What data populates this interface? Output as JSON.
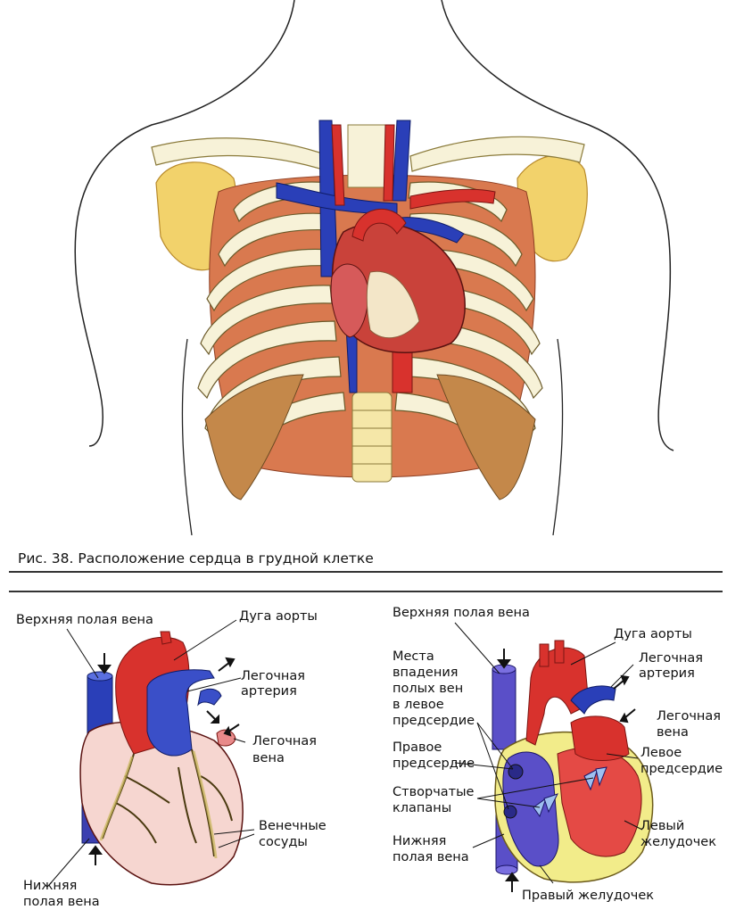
{
  "caption": "Рис. 38. Расположение сердца в грудной клетке",
  "left_diagram": {
    "superior_vena_cava": "Верхняя полая вена",
    "aortic_arch": "Дуга аорты",
    "pulmonary_artery": [
      "Легочная",
      "артерия"
    ],
    "pulmonary_vein": [
      "Легочная",
      "вена"
    ],
    "coronary_vessels": [
      "Венечные",
      "сосуды"
    ],
    "inferior_vena_cava": [
      "Нижняя",
      "полая вена"
    ]
  },
  "right_diagram": {
    "superior_vena_cava": "Верхняя полая вена",
    "aortic_arch": "Дуга аорты",
    "pulmonary_artery": [
      "Легочная",
      "артерия"
    ],
    "caval_entry": [
      "Места",
      "впадения",
      "полых вен",
      "в левое",
      "предсердие"
    ],
    "pulmonary_vein": [
      "Легочная",
      "вена"
    ],
    "right_atrium": [
      "Правое",
      "предсердие"
    ],
    "left_atrium": [
      "Левое",
      "предсердие"
    ],
    "leaflet_valves": [
      "Створчатые",
      "клапаны"
    ],
    "left_ventricle": [
      "Левый",
      "желудочек"
    ],
    "inferior_vena_cava": [
      "Нижняя",
      "полая вена"
    ],
    "right_ventricle": "Правый желудочек"
  },
  "colors": {
    "bone": "#f7f2d8",
    "bone_shadow": "#e9c76a",
    "muscle": "#d9794f",
    "vein": "#2a3fb8",
    "artery": "#d8322d",
    "heart": "#c9423a",
    "valve_yellow": "#f2ec8a"
  }
}
